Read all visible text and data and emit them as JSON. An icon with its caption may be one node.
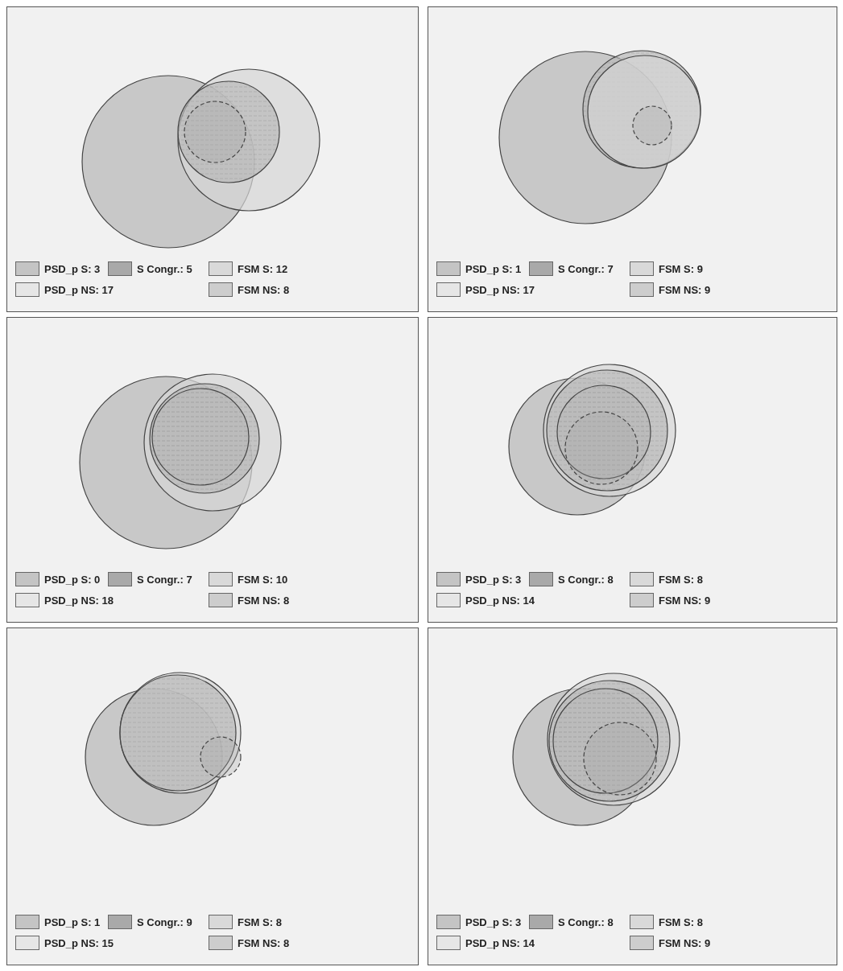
{
  "diagram": {
    "legend": [
      {
        "text": "PSD_p S: 3",
        "color": "#c4c4c4"
      },
      {
        "text": "S Congr.: 5",
        "color": "#a9a9a9"
      },
      {
        "text": "FSM S: 12",
        "color": "#d9d9d9"
      },
      {
        "text": "PSD_p NS: 17",
        "color": "#e6e6e6"
      },
      {
        "text": "FSM NS: 8",
        "color": "#cdcdcd"
      },
      {
        "text": "PSD_p S: 1",
        "color": "#c4c4c4"
      },
      {
        "text": "S Congr.: 7",
        "color": "#a9a9a9"
      },
      {
        "text": "FSM S: 9",
        "color": "#d9d9d9"
      },
      {
        "text": "PSD_p NS: 17",
        "color": "#e6e6e6"
      },
      {
        "text": "FSM NS: 9",
        "color": "#cdcdcd"
      },
      {
        "text": "PSD_p S: 0",
        "color": "#c4c4c4"
      },
      {
        "text": "S Congr.: 7",
        "color": "#a9a9a9"
      },
      {
        "text": "FSM S: 10",
        "color": "#d9d9d9"
      },
      {
        "text": "PSD_p NS: 18",
        "color": "#e6e6e6"
      },
      {
        "text": "FSM NS: 8",
        "color": "#cdcdcd"
      },
      {
        "text": "PSD_p S: 3",
        "color": "#c4c4c4"
      },
      {
        "text": "S Congr.: 8",
        "color": "#a9a9a9"
      },
      {
        "text": "FSM S: 8",
        "color": "#d9d9d9"
      },
      {
        "text": "PSD_p NS: 14",
        "color": "#e6e6e6"
      },
      {
        "text": "FSM NS: 9",
        "color": "#cdcdcd"
      },
      {
        "text": "PSD_p S: 1",
        "color": "#c4c4c4"
      },
      {
        "text": "S Congr.: 9",
        "color": "#a9a9a9"
      },
      {
        "text": "FSM S: 8",
        "color": "#d9d9d9"
      },
      {
        "text": "PSD_p NS: 15",
        "color": "#e6e6e6"
      },
      {
        "text": "FSM NS: 8",
        "color": "#cdcdcd"
      },
      {
        "text": "PSD_p S: 3",
        "color": "#c4c4c4"
      },
      {
        "text": "S Congr.: 8",
        "color": "#a9a9a9"
      },
      {
        "text": "FSM S: 8",
        "color": "#d9d9d9"
      },
      {
        "text": "PSD_p NS: 14",
        "color": "#e6e6e6"
      },
      {
        "text": "FSM NS: 9",
        "color": "#cdcdcd"
      }
    ]
  }
}
